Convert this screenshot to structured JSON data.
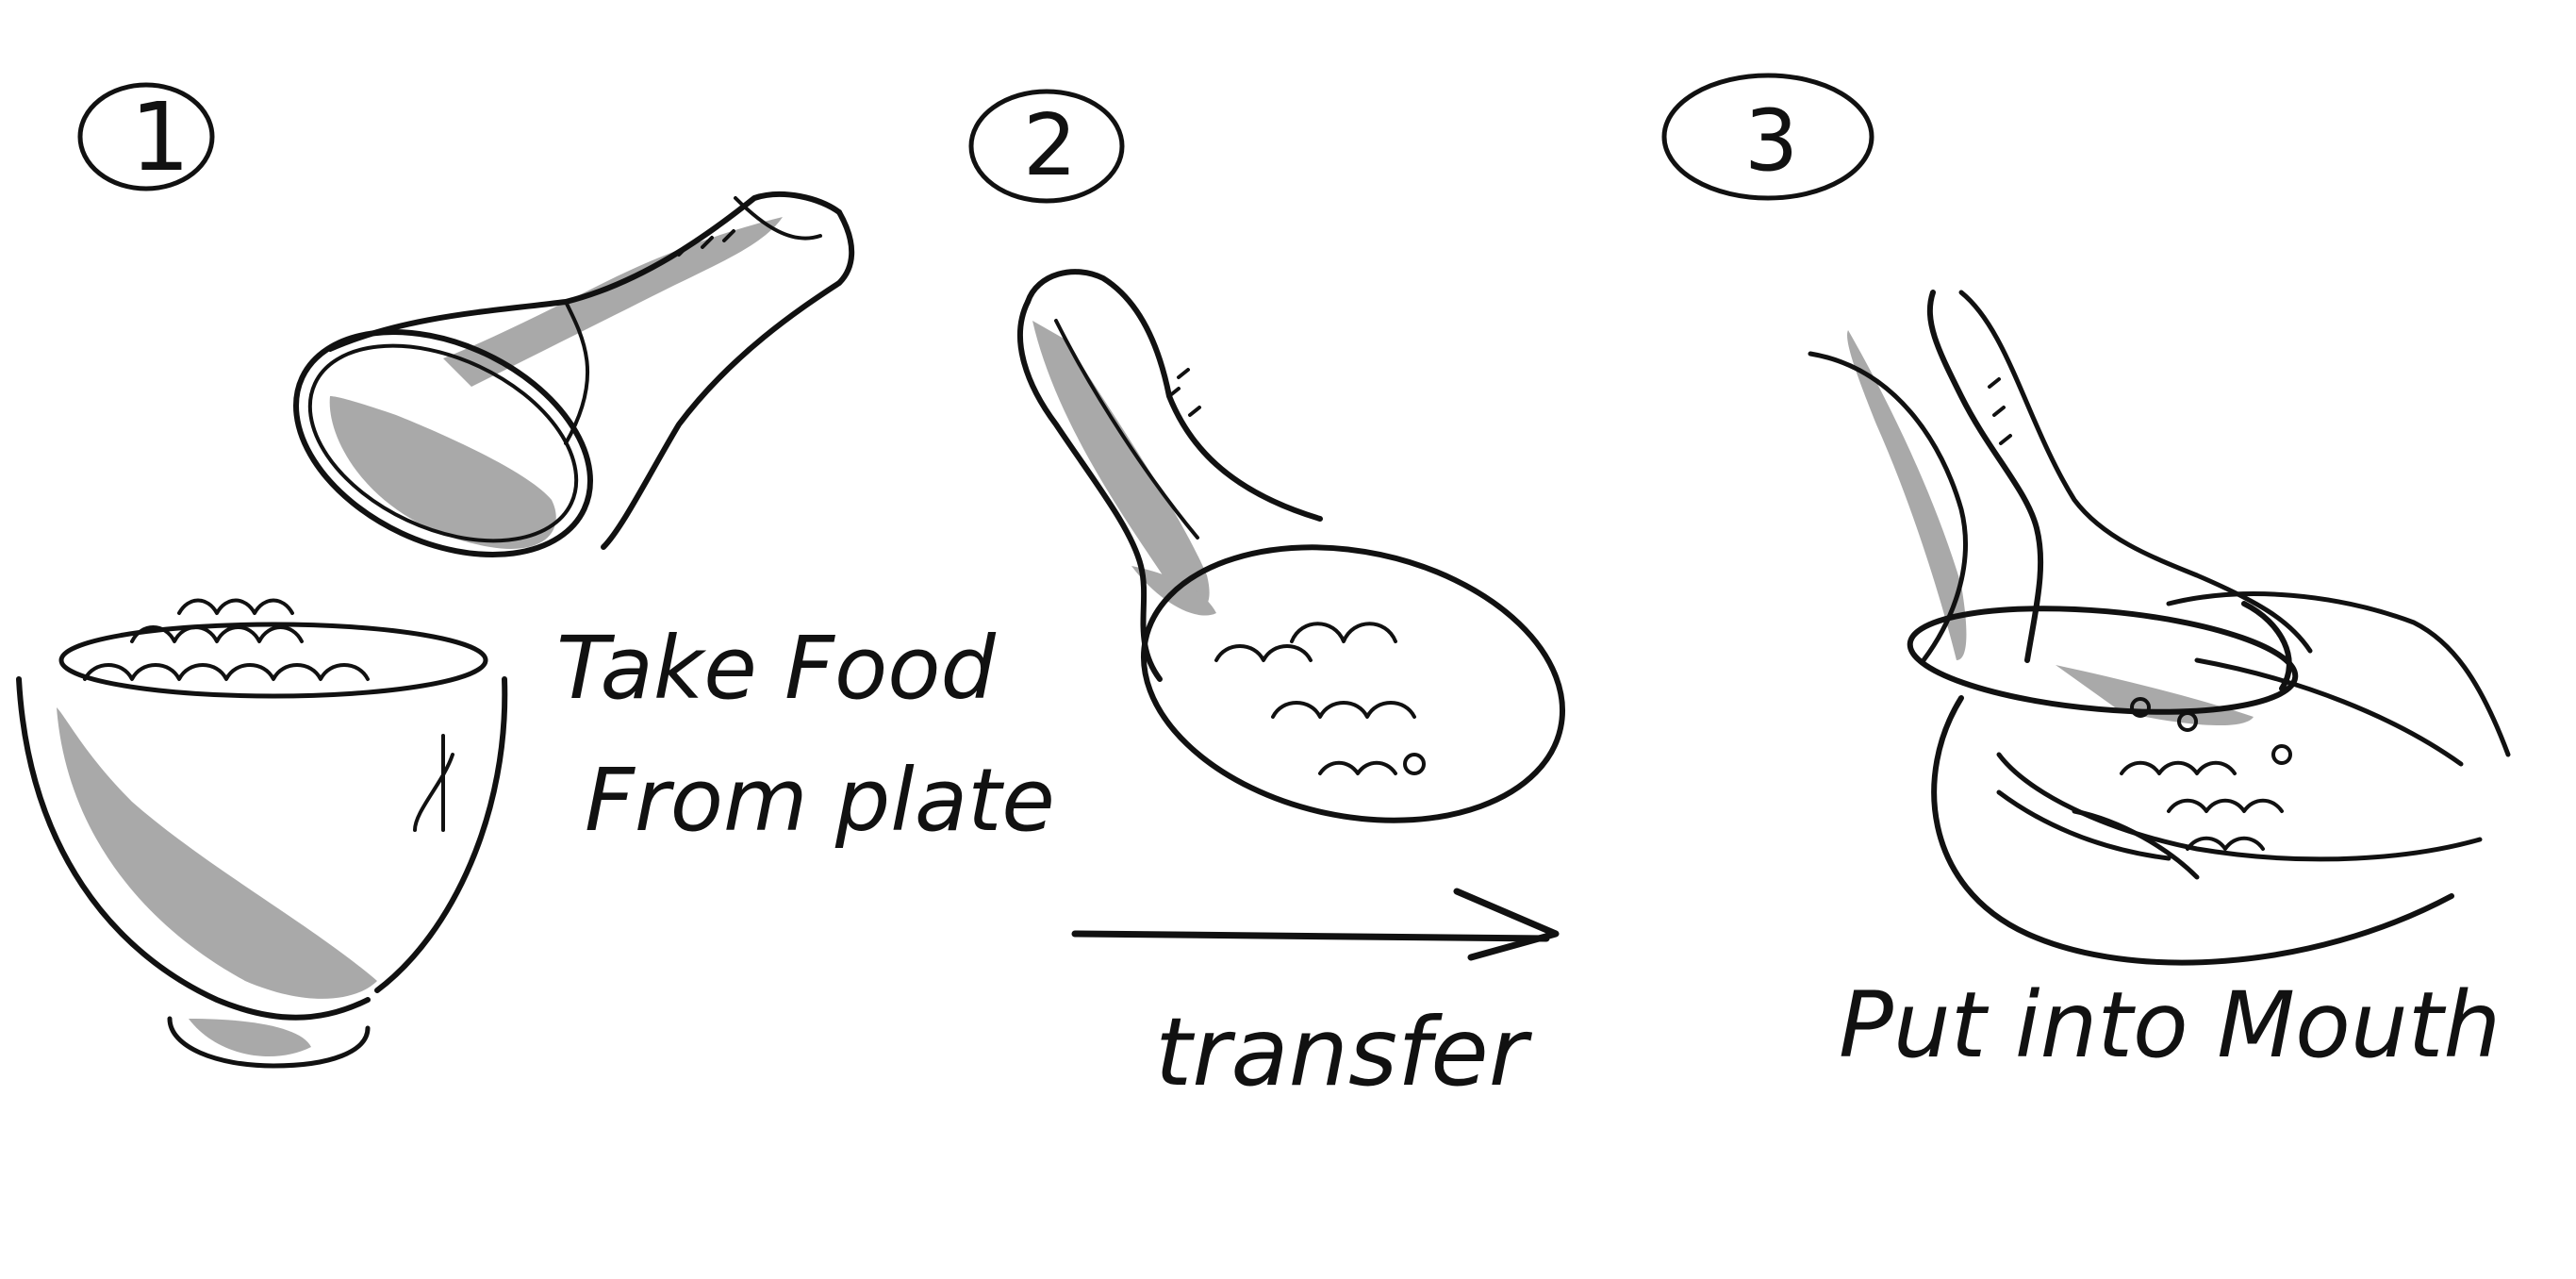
{
  "steps": [
    {
      "number": "1",
      "caption_line1": "Take Food",
      "caption_line2": "From plate"
    },
    {
      "number": "2",
      "caption_line1": "transfer"
    },
    {
      "number": "3",
      "caption_line1": "Put into Mouth"
    }
  ],
  "colors": {
    "ink": "#111111",
    "shade": "#a9a9a9",
    "background": "#ffffff"
  },
  "icons": [
    "spoon-icon",
    "bowl-icon",
    "food-icon",
    "arrow-right-icon",
    "mouth-icon"
  ]
}
